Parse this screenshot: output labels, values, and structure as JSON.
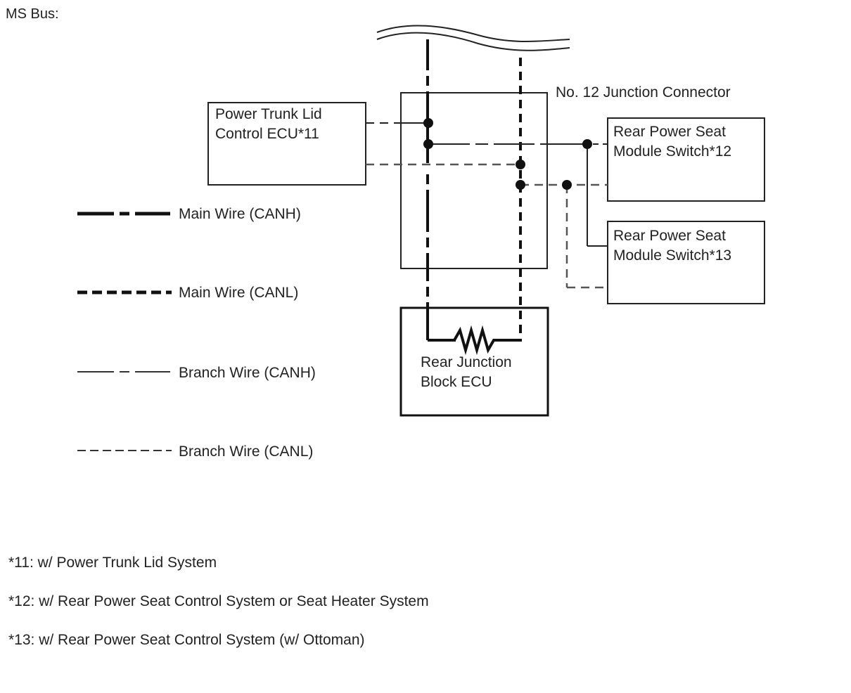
{
  "title": "MS Bus:",
  "components": {
    "power_trunk_lid_ecu": {
      "line1": "Power Trunk Lid",
      "line2": "Control ECU*11"
    },
    "junction_connector": {
      "label": "No. 12 Junction Connector"
    },
    "rear_seat_switch_12": {
      "line1": "Rear Power Seat",
      "line2": "Module Switch*12"
    },
    "rear_seat_switch_13": {
      "line1": "Rear Power Seat",
      "line2": "Module Switch*13"
    },
    "rear_junction_block": {
      "line1": "Rear Junction",
      "line2": "Block ECU"
    }
  },
  "legend": [
    {
      "style": "main-canh",
      "label": "Main Wire (CANH)"
    },
    {
      "style": "main-canl",
      "label": "Main Wire (CANL)"
    },
    {
      "style": "branch-canh",
      "label": "Branch Wire (CANH)"
    },
    {
      "style": "branch-canl",
      "label": "Branch Wire (CANL)"
    }
  ],
  "footnotes": [
    "*11: w/ Power Trunk Lid System",
    "*12: w/ Rear Power Seat Control System or Seat Heater System",
    "*13: w/ Rear Power Seat Control System (w/ Ottoman)"
  ],
  "colors": {
    "wire_main": "#111111",
    "wire_branch": "#555555",
    "text": "#222222"
  }
}
